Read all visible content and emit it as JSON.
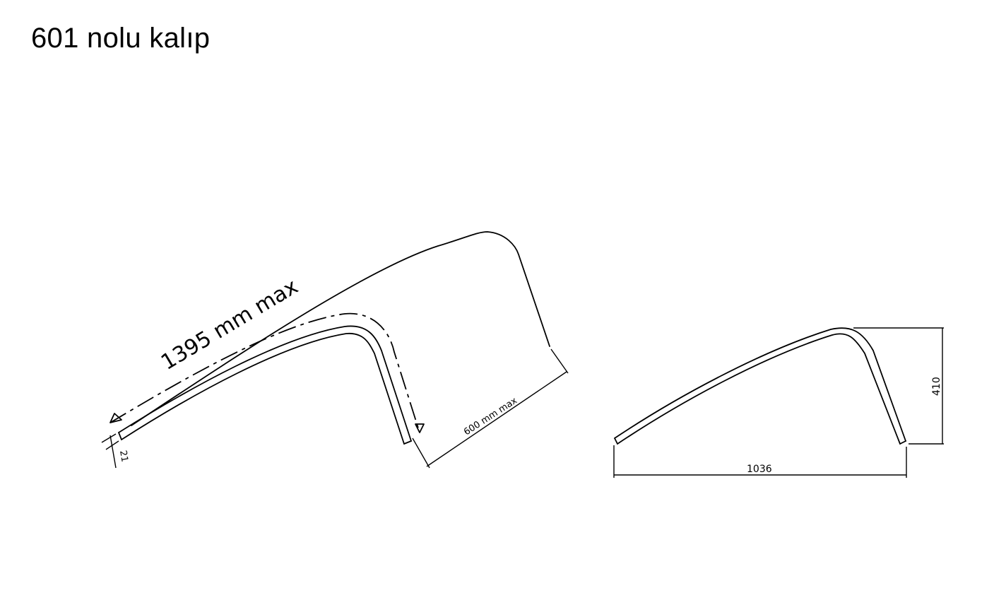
{
  "title": "601 nolu kalıp",
  "left_view": {
    "length_label": "1395 mm max",
    "width_label": "600 mm max",
    "thickness_label": "21"
  },
  "right_view": {
    "height_label": "410",
    "span_label": "1036"
  }
}
